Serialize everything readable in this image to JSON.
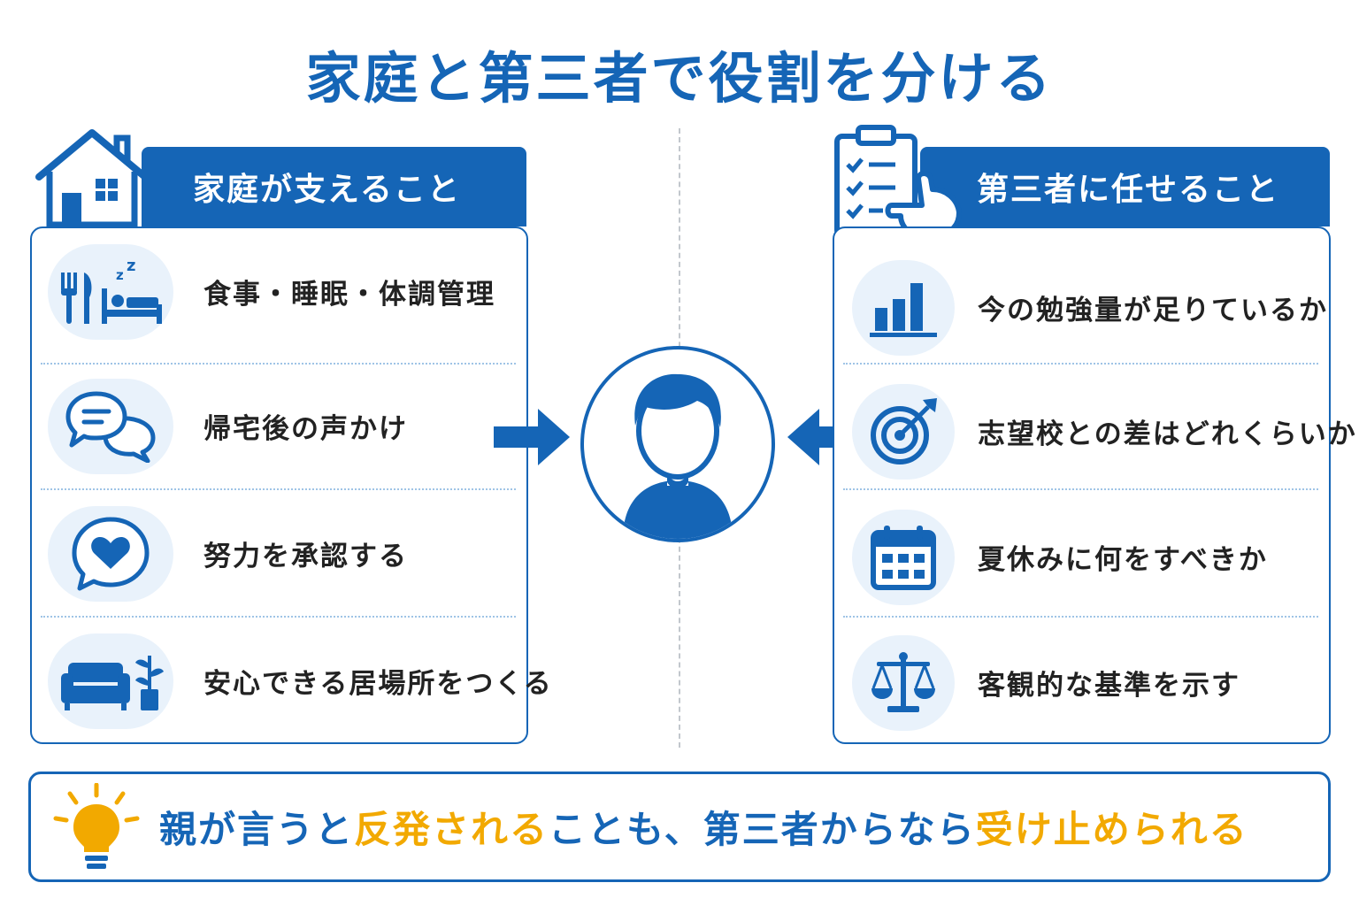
{
  "title": "家庭と第三者で役割を分ける",
  "colors": {
    "primary": "#1565b6",
    "accent": "#f2a900",
    "icon_bg": "#e9f2fb"
  },
  "left_panel": {
    "heading": "家庭が支えること",
    "heading_icon": "house-icon",
    "items": [
      {
        "label": "食事・睡眠・体調管理",
        "icon": "meal-sleep-icon"
      },
      {
        "label": "帰宅後の声かけ",
        "icon": "chat-bubbles-icon"
      },
      {
        "label": "努力を承認する",
        "icon": "heart-bubble-icon"
      },
      {
        "label": "安心できる居場所をつくる",
        "icon": "sofa-plant-icon"
      }
    ]
  },
  "right_panel": {
    "heading": "第三者に任せること",
    "heading_icon": "clipboard-checklist-icon",
    "items": [
      {
        "label": "今の勉強量が足りているか",
        "icon": "bar-chart-icon"
      },
      {
        "label": "志望校との差はどれくらいか",
        "icon": "target-icon"
      },
      {
        "label": "夏休みに何をすべきか",
        "icon": "calendar-icon"
      },
      {
        "label": "客観的な基準を示す",
        "icon": "scale-icon"
      }
    ]
  },
  "center": {
    "icon": "student-icon"
  },
  "footer": {
    "icon": "lightbulb-icon",
    "parts": [
      {
        "text": "親が言うと",
        "style": "b"
      },
      {
        "text": "反発される",
        "style": "y"
      },
      {
        "text": "ことも、第三者からなら",
        "style": "b"
      },
      {
        "text": "受け止められる",
        "style": "y"
      }
    ]
  }
}
